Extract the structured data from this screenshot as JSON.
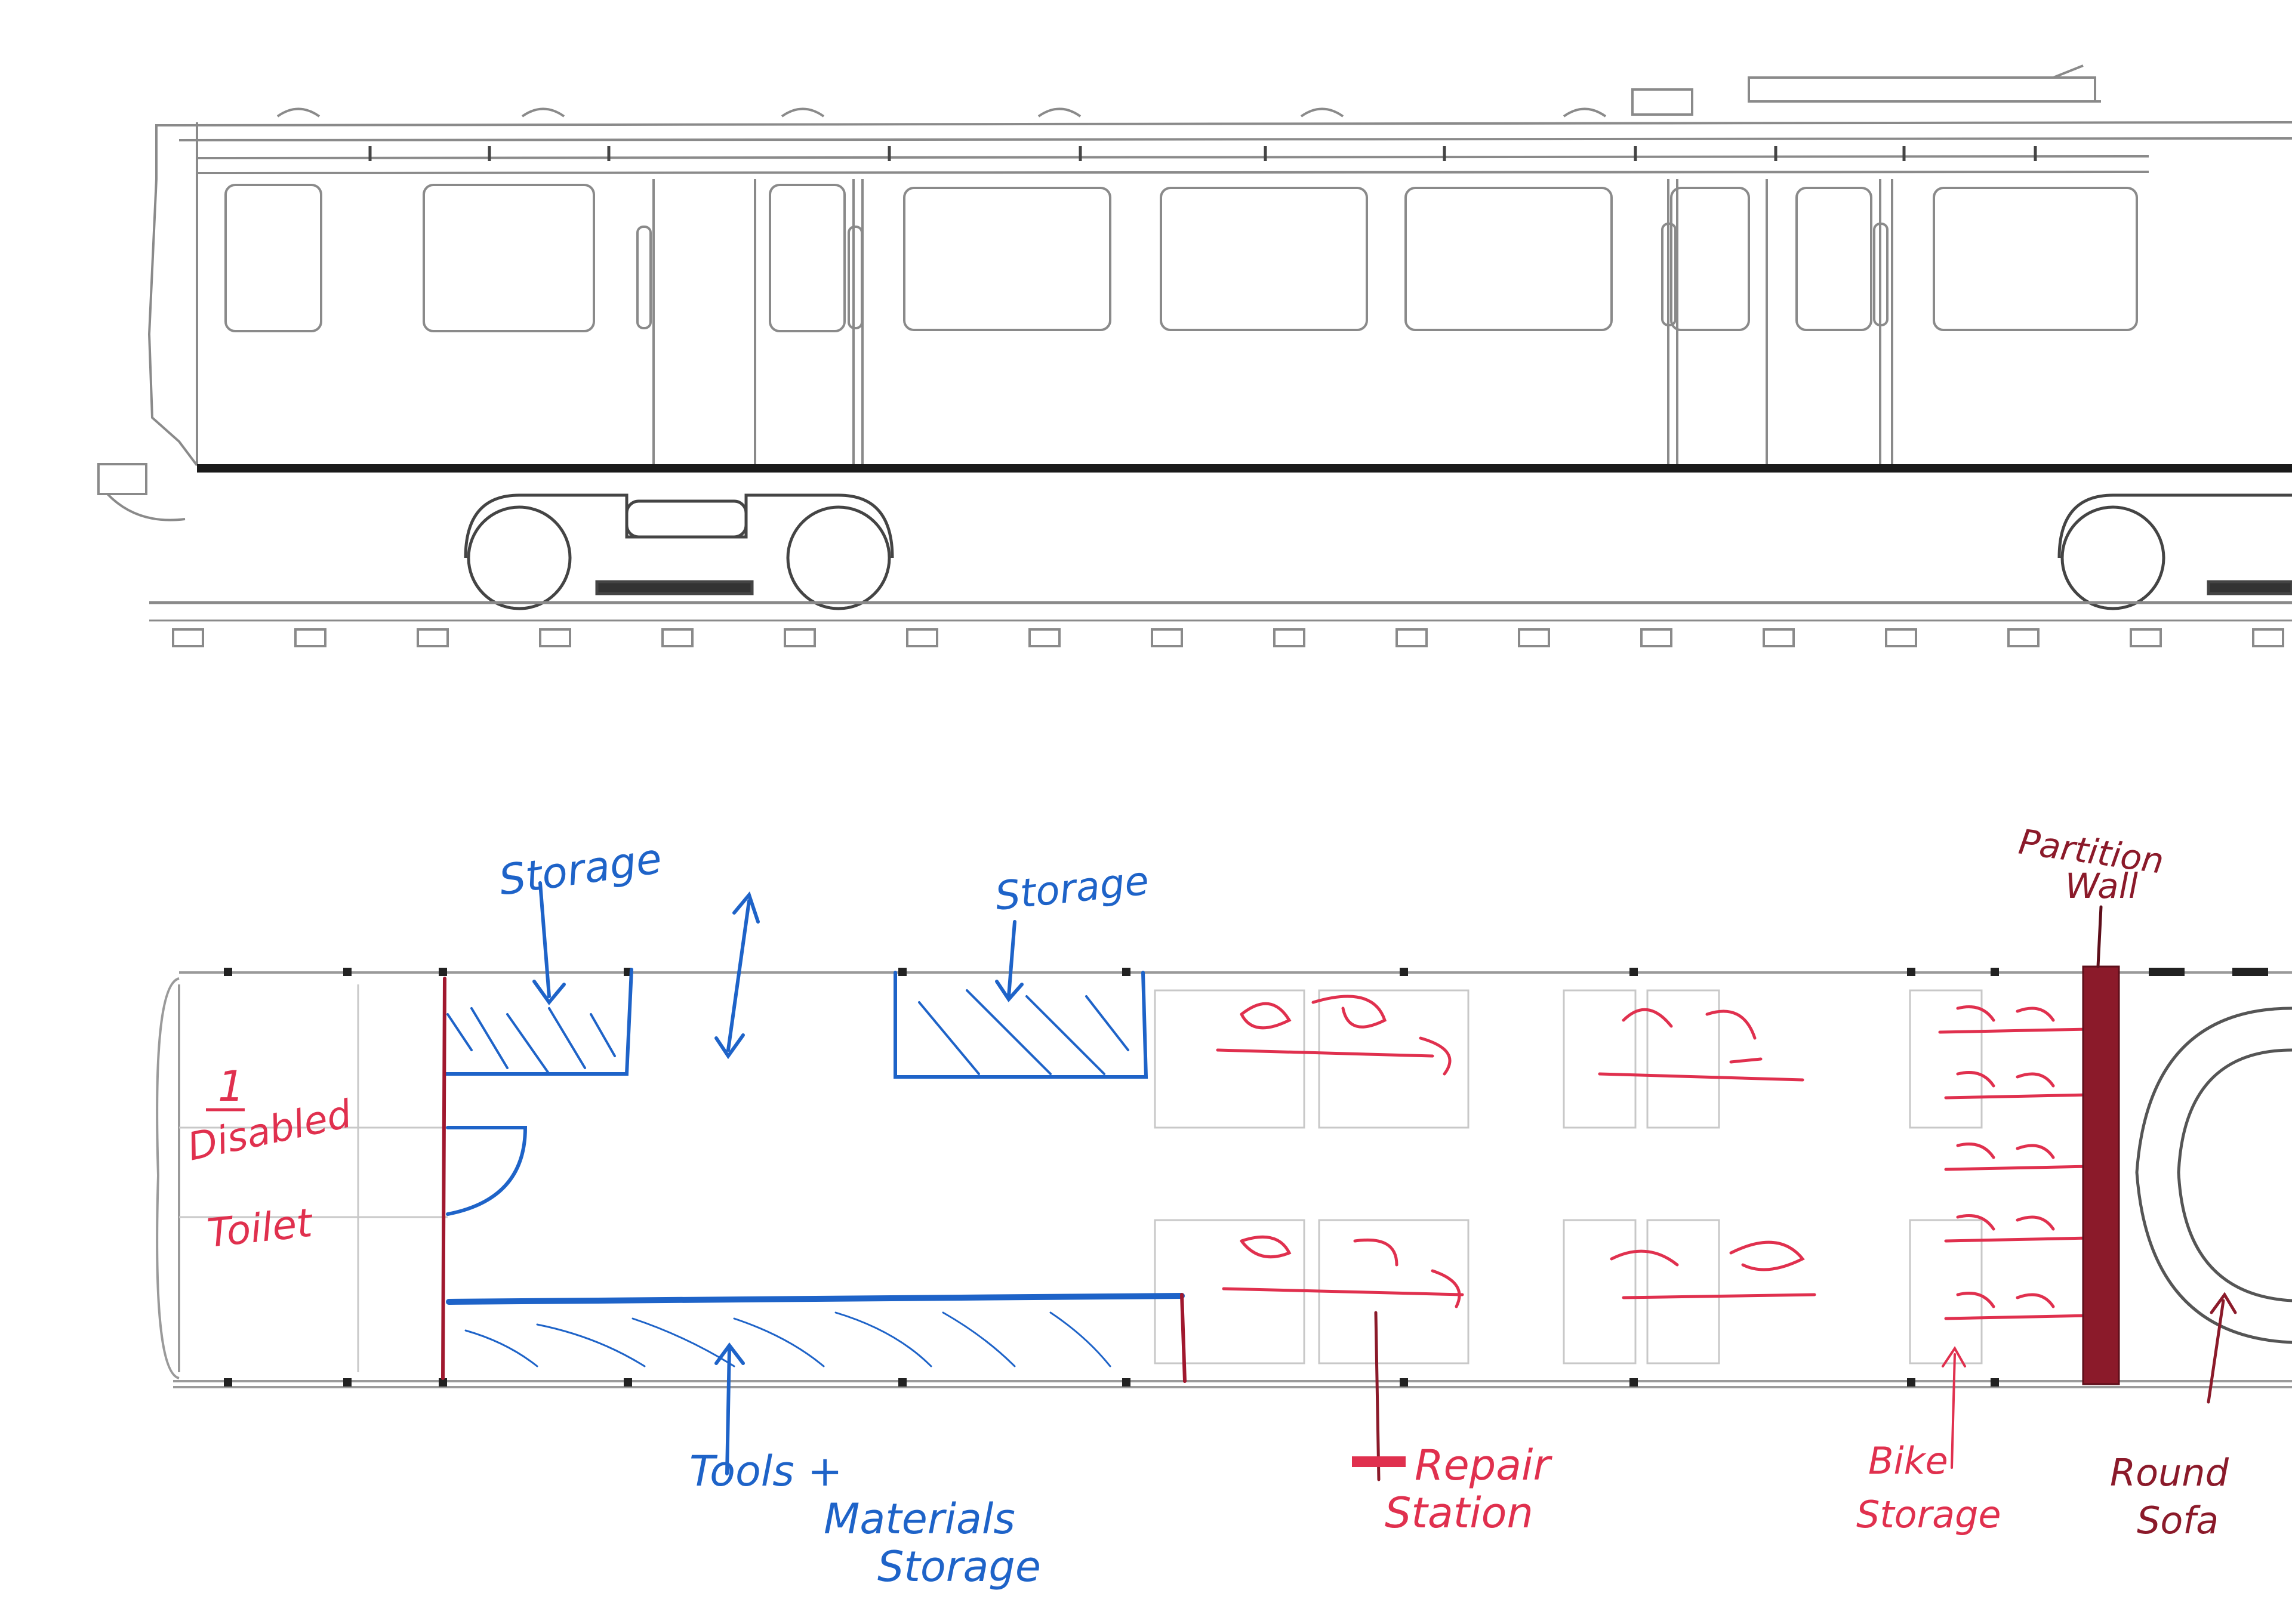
{
  "colors": {
    "line": "#8a8a8a",
    "dark": "#2a2a2a",
    "blue": "#1e63c8",
    "red": "#e0304e",
    "maroon": "#8b1a2a"
  },
  "annotations": {
    "storage_left": "Storage",
    "storage_right": "Storage",
    "disabled_toilet_count": "1",
    "disabled_toilet_line1": "Disabled",
    "disabled_toilet_line2": "Toilet",
    "tools_line1": "Tools +",
    "tools_line2": "Materials",
    "tools_line3": "Storage",
    "repair_station_line1": "Repair",
    "repair_station_line2": "Station",
    "bike_storage_line1": "Bike",
    "bike_storage_line2": "Storage",
    "partition_line1": "Partition",
    "partition_line2": "Wall",
    "round_sofa_line1": "Round",
    "round_sofa_line2": "Sofa"
  }
}
